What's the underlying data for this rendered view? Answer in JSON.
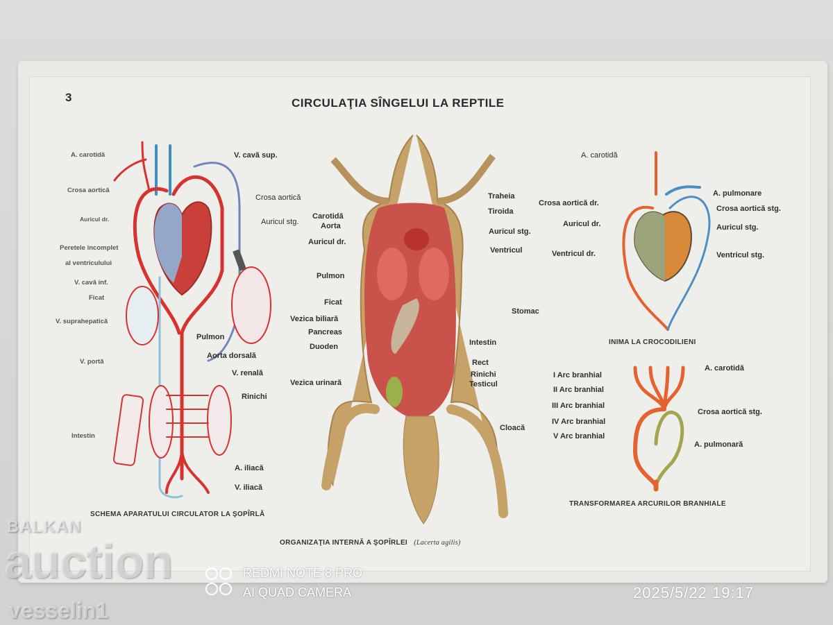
{
  "poster": {
    "number": "3",
    "title": "CIRCULAŢIA SÎNGELUI LA REPTILE"
  },
  "left_diagram": {
    "caption": "SCHEMA APARATULUI CIRCULATOR LA ŞOPÎRLĂ",
    "labels": [
      "A. carotidă",
      "Crosa aortică",
      "Auricul dr.",
      "Peretele incomplet",
      "al ventriculului",
      "V. cavă inf.",
      "Ficat",
      "V. suprahepatică",
      "V. portă",
      "Intestin",
      "V. cavă sup.",
      "Crosa aortică",
      "Auricul stg.",
      "Pulmon",
      "Aorta dorsală",
      "V. renală",
      "Rinichi",
      "A. iliacă",
      "V. iliacă"
    ]
  },
  "middle_diagram": {
    "caption": "ORGANIZAŢIA INTERNĂ A ŞOPÎRLEI",
    "species": "(Lacerta agilis)",
    "labels": [
      "Carotidă",
      "Aorta",
      "Auricul dr.",
      "Pulmon",
      "Ficat",
      "Vezica biliară",
      "Pancreas",
      "Duoden",
      "Vezica urinară",
      "Traheia",
      "Tiroida",
      "Auricul stg.",
      "Ventricul",
      "Stomac",
      "Intestin",
      "Rect",
      "Rinichi",
      "Testicul",
      "Cloacă"
    ]
  },
  "right_top_diagram": {
    "caption": "INIMA LA CROCODILIENI",
    "labels": [
      "A. carotidă",
      "A. pulmonare",
      "Crosa aortică dr.",
      "Crosa aortică stg.",
      "Auricul dr.",
      "Auricul stg.",
      "Ventricul dr.",
      "Ventricul stg."
    ]
  },
  "right_bottom_diagram": {
    "caption": "TRANSFORMAREA ARCURILOR BRANHIALE",
    "labels": [
      "I Arc branhial",
      "II Arc branhial",
      "III Arc branhial",
      "IV Arc branhial",
      "V Arc branhial",
      "A. carotidă",
      "Crosa aortică stg.",
      "A. pulmonară"
    ]
  },
  "watermark": {
    "line1": "BALKAN",
    "line2": "auction",
    "line3": "vesselin1"
  },
  "camera": {
    "model": "REDMI NOTE 8 PRO",
    "sub": "AI QUAD CAMERA",
    "timestamp": "2025/5/22 19:17"
  },
  "colors": {
    "artery": "#d8322e",
    "vein": "#3b8fc9",
    "organ_red": "#c94a3c",
    "lizard": "#c6a168"
  }
}
